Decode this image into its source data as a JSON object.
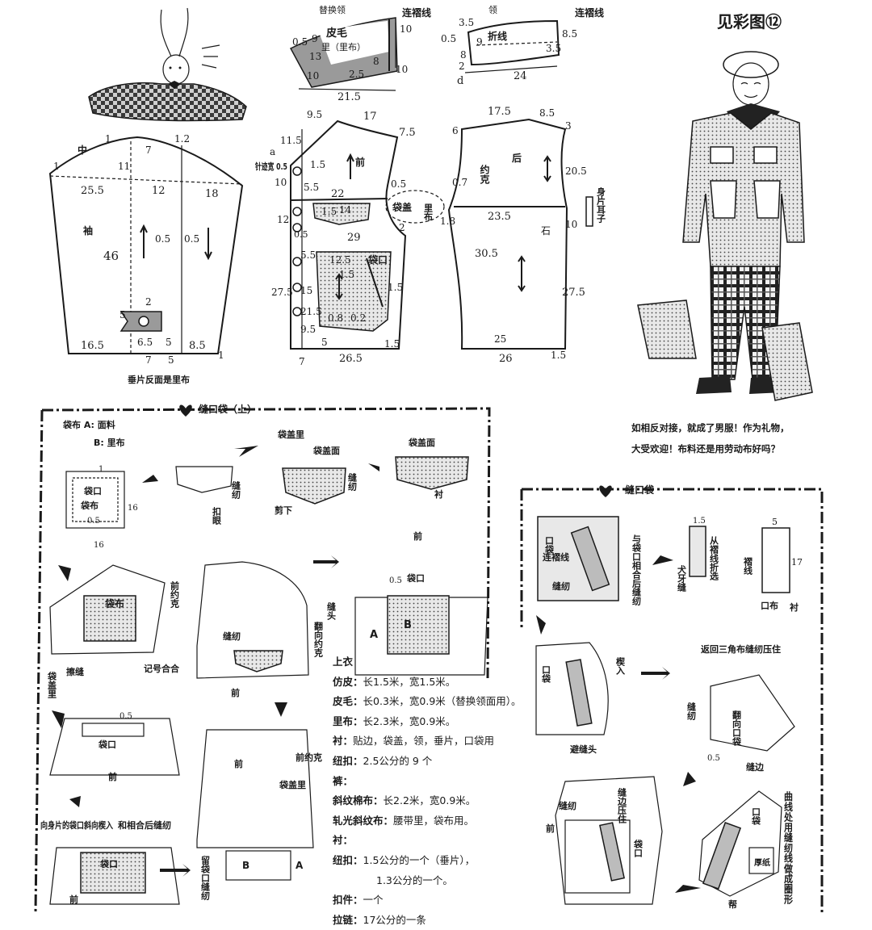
{
  "page": {
    "ref_label": "见彩图⑫",
    "caption_line1": "如相反对接，就成了男服！作为礼物，",
    "caption_line2": "大受欢迎！布料还是用劳动布好吗？"
  },
  "collars": {
    "replace": {
      "title": "替换领",
      "fold_label": "连褶线",
      "fur": "皮毛",
      "lining": "里（里布）",
      "dims": [
        "0.5",
        "9",
        "10",
        "13",
        "8",
        "2.5",
        "10",
        "21.5",
        "10"
      ]
    },
    "collar": {
      "title": "领",
      "fold_label": "连褶线",
      "fold": "折线",
      "dims": [
        "3.5",
        "0.5",
        "9",
        "8",
        "2",
        "8.5",
        "3.5",
        "d",
        "24"
      ]
    }
  },
  "sleeve": {
    "name": "袖",
    "center": "中",
    "note": "垂片反面是里布",
    "dims": [
      "1",
      "1.2",
      "11",
      "7",
      "25.5",
      "12",
      "18",
      "0.5",
      "0.5",
      "46",
      "5",
      "2",
      "16.5",
      "6.5",
      "5",
      "7",
      "5",
      "8.5",
      "1",
      "1"
    ]
  },
  "front": {
    "name": "前",
    "pocket_flap": "袋盖",
    "flap_lining": "里布",
    "pocket_mouth": "袋口",
    "placket_note": "针迹宽 0.5",
    "dims": [
      "9.5",
      "17",
      "7.5",
      "11.5",
      "a",
      "1.5",
      "10",
      "5.5",
      "22",
      "0.5",
      "12",
      "14",
      "1.5",
      "2",
      "29",
      "5.5",
      "12.5",
      "1.5",
      "15",
      "27.5",
      "21.5",
      "0.8",
      "0.2",
      "1.5",
      "9.5",
      "7",
      "5",
      "26.5",
      "0.5",
      "1.5"
    ]
  },
  "back": {
    "name": "后",
    "yoke": "约克",
    "body_loop": "身片耳子",
    "dims": [
      "17.5",
      "8.5",
      "6",
      "3",
      "0.7",
      "20.5",
      "1.8",
      "23.5",
      "10",
      "石",
      "30.5",
      "27.5",
      "25",
      "26",
      "1.5"
    ]
  },
  "welt_pocket_top": {
    "title": "缝口袋（上）",
    "fabric_a": "袋布 A: 面料",
    "fabric_b": "B: 里布",
    "flap_lining": "袋盖里",
    "flap_face": "袋盖面",
    "sew": "缝纫",
    "buttonhole": "扣眼",
    "cut": "剪下",
    "interfacing": "衬",
    "front": "前",
    "pocket_mouth": "袋口",
    "pocket_cloth": "袋布",
    "front_yoke": "前约克",
    "baste": "擦缝",
    "match_mark": "记号合合",
    "turn_yoke": "翻向约克",
    "seam_allow": "缝头",
    "leave_opening": "留袋口缝纫",
    "insert_note": "向身片的袋口斜向楔入",
    "match_sew": "和相合后缝纫",
    "dims": [
      "1",
      "16",
      "16",
      "0.5",
      "0.5",
      "0.5"
    ]
  },
  "materials": {
    "section_title": "上衣",
    "lines": [
      {
        "k": "仿皮：",
        "v": "长1.5米，宽1.5米。"
      },
      {
        "k": "皮毛：",
        "v": "长0.3米，宽0.9米（替换领面用）。"
      },
      {
        "k": "里布：",
        "v": "长2.3米，宽0.9米。"
      },
      {
        "k": "衬：",
        "v": "贴边，袋盖，领，垂片，口袋用"
      },
      {
        "k": "纽扣：",
        "v": "2.5公分的 9 个"
      },
      {
        "k": "裤：",
        "v": ""
      },
      {
        "k": "斜纹棉布：",
        "v": "长2.2米，宽0.9米。"
      },
      {
        "k": "轧光斜纹布：",
        "v": "腰带里，袋布用。"
      },
      {
        "k": "衬：",
        "v": ""
      },
      {
        "k": "纽扣：",
        "v": "1.5公分的一个（垂片），"
      },
      {
        "k": "",
        "v": "1.3公分的一个。"
      },
      {
        "k": "扣件：",
        "v": "一个"
      },
      {
        "k": "拉链：",
        "v": "17公分的一条"
      }
    ]
  },
  "welt_pocket": {
    "title": "缝口袋",
    "pocket": "口袋",
    "fold_line": "连褶线",
    "sew": "缝纫",
    "match_sew": "与袋口相合后缝纫",
    "from_fold": "从褶线折选",
    "dog_tooth": "犬牙缝",
    "fold": "褶线",
    "mouth_cloth": "口布",
    "interfacing": "衬",
    "insert": "楔入",
    "seam": "避缝头",
    "return_triangle": "返回三角布缝纫压住",
    "sew2": "缝纫",
    "turn_pocket": "翻向口袋",
    "seam_edge": "缝边",
    "edge_press": "缝边压住",
    "curve_note": "曲线处用缝纫线做成圈形",
    "thick_paper": "厚纸",
    "front": "前",
    "back_label": "帮",
    "dims": [
      "1.5",
      "5",
      "17",
      "0.5"
    ]
  }
}
